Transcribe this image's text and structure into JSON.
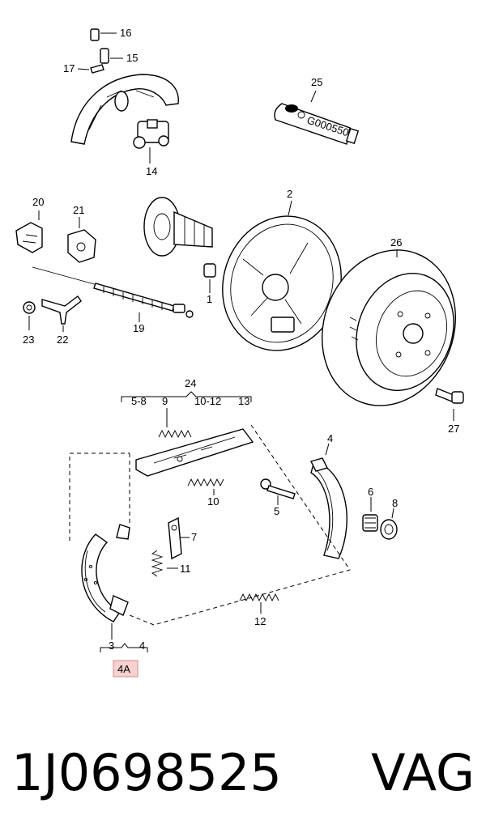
{
  "callouts": {
    "c1": "1",
    "c2": "2",
    "c3": "3",
    "c4_shoe": "4",
    "c4_group": "4",
    "c4a": "4A",
    "c5": "5",
    "c6": "6",
    "c7": "7",
    "c8": "8",
    "c9": "9",
    "c10": "10",
    "c11": "11",
    "c12": "12",
    "c13": "13",
    "c14": "14",
    "c15": "15",
    "c16": "16",
    "c17": "17",
    "c19": "19",
    "c20": "20",
    "c21": "21",
    "c22": "22",
    "c23": "23",
    "c24": "24",
    "c25": "25",
    "c26": "26",
    "c27": "27",
    "c24_range_a": "5-8",
    "c24_range_b": "10-12"
  },
  "tube_label": "G000550",
  "caption": {
    "part_number": "1J0698525",
    "brand": "VAG"
  },
  "colors": {
    "highlight_fill": "#f7d0d0",
    "highlight_border": "#d88a8a"
  }
}
